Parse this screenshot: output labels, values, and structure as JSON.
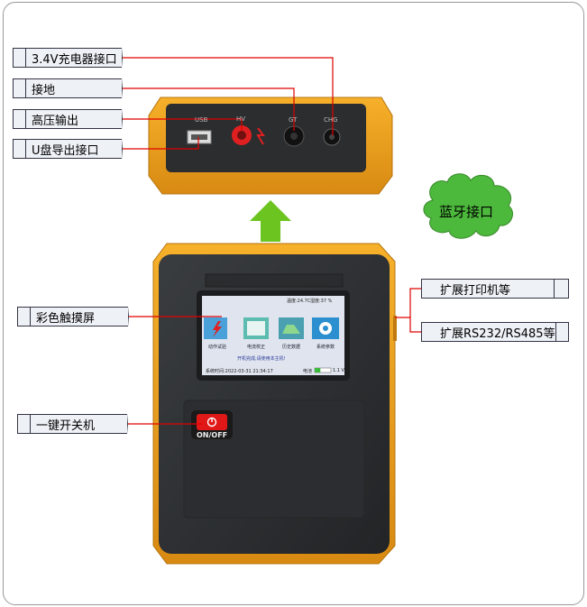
{
  "callouts": {
    "charger": "3.4V充电器接口",
    "ground": "接地",
    "hv_output": "高压输出",
    "usb_export": "U盘导出接口",
    "touchscreen": "彩色触摸屏",
    "power_switch": "一键开关机",
    "printer_ext": "扩展打印机等",
    "rs_ext": "扩展RS232/RS485等",
    "bluetooth": "蓝牙接口"
  },
  "top_panel": {
    "port_usb": "USB",
    "port_hv": "HV",
    "port_gnd": "GT",
    "port_chg": "CHG"
  },
  "screen": {
    "temperature": "温度:24.7C",
    "humidity": "湿度:37 %",
    "icons": [
      {
        "label": "动作试验",
        "icon": "lightning-icon"
      },
      {
        "label": "电流校正",
        "icon": "meter-icon"
      },
      {
        "label": "历史数据",
        "icon": "folder-icon"
      },
      {
        "label": "系统参数",
        "icon": "gear-icon"
      }
    ],
    "message": "开机完成,请使用本主机!",
    "system_time": "系统时间:2022-03-31 21:34:17",
    "battery_label": "电池",
    "battery_voltage": "1.1 V",
    "battery_level": 0.35
  },
  "switch": {
    "label": "ON/OFF"
  },
  "colors": {
    "case_orange": "#f0a020",
    "body_dark": "#2e3134",
    "arrow_green": "#6cc420",
    "cloud_green": "#55b83a",
    "line_red": "#e00000"
  }
}
